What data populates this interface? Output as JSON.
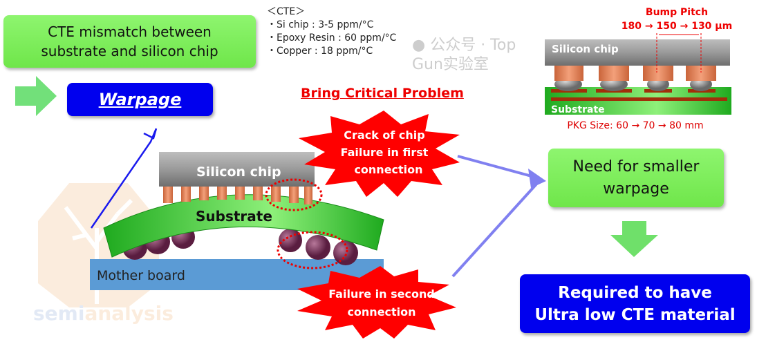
{
  "cte_mismatch": {
    "line1": "CTE mismatch between",
    "line2": "substrate and silicon chip"
  },
  "warpage": "Warpage",
  "cte_list": {
    "title": "＜CTE＞",
    "items": [
      "・Si chip : 3-5 ppm/°C",
      "・Epoxy Resin : 60 ppm/°C",
      "・Copper : 18 ppm/°C"
    ]
  },
  "critical_problem": "Bring Critical Problem",
  "burst1": {
    "line1": "Crack of chip",
    "line2": "Failure in first",
    "line3": "connection"
  },
  "burst2": {
    "line1": "Failure in second",
    "line2": "connection"
  },
  "main_diagram": {
    "chip": "Silicon chip",
    "substrate": "Substrate",
    "board": "Mother board"
  },
  "pitch_diagram": {
    "title": "Bump Pitch",
    "pitch": "180 → 150 → 130 µm",
    "chip": "Silicon chip",
    "substrate": "Substrate",
    "pkg_size": "PKG Size: 60 → 70 → 80 mm"
  },
  "need_box": {
    "line1": "Need for smaller",
    "line2": "warpage"
  },
  "required_box": {
    "line1": "Required to have",
    "line2": "Ultra low CTE material"
  },
  "watermark": {
    "logo": "semianalysis",
    "wechat": "公众号 · Top Gun实验室"
  },
  "colors": {
    "green": "#7aeb55",
    "blue": "#0000ee",
    "red": "#ee0000",
    "chip_gray": "#8a8a8a",
    "copper": "#e8895a",
    "board": "#5b9bd5"
  }
}
